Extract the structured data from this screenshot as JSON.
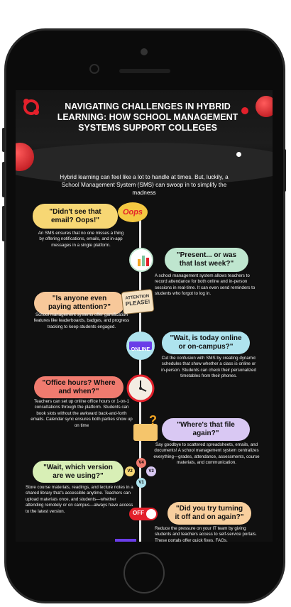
{
  "title": "NAVIGATING CHALLENGES IN HYBRID LEARNING: HOW SCHOOL MANAGEMENT SYSTEMS SUPPORT COLLEGES",
  "intro": "Hybrid learning can feel like a lot to handle at times. But, luckily, a School Management System (SMS) can swoop in to simplify the madness",
  "colors": {
    "yellow": "#f7d774",
    "green": "#bfe6cf",
    "peach": "#f7c89a",
    "blue": "#aee3ee",
    "red": "#f07b6f",
    "purple": "#d9c8f3",
    "lime": "#d8efb6",
    "orange": "#f8cf9e",
    "accent_red": "#e3202b"
  },
  "icons": [
    "logo-icon",
    "oops-icon",
    "chart-icon",
    "attention-please-icon",
    "online-icon",
    "clock-icon",
    "folder-question-icon",
    "version-icon",
    "off-toggle-icon"
  ],
  "sections": [
    {
      "heading": "\"Didn't see that email? Oops!\"",
      "text": "An SMS ensures that no one misses a thing by offering notifications, emails, and in-app messages in a single platform."
    },
    {
      "heading": "\"Present... or was that last week?\"",
      "text": "A school management system allows teachers to record attendance for both online and in-person sessions in real-time. It can even send reminders to students who forgot to log in."
    },
    {
      "heading": "\"Is anyone even paying attention?\"",
      "text": "School management systems offer gamification features like leaderboards, badges, and progress tracking to keep students engaged."
    },
    {
      "heading": "\"Wait, is today online or on-campus?\"",
      "text": "Cut the confusion with SMS by creating dynamic schedules that show whether a class is online or in-person. Students can check their personalized timetables from their phones."
    },
    {
      "heading": "\"Office hours? Where and when?\"",
      "text": "Teachers can set up online office hours or 1-on-1 consultations through the platform. Students can book slots without the awkward back-and-forth emails. Calendar sync ensures both parties show up on time"
    },
    {
      "heading": "\"Where's that file again?\"",
      "text": "Say goodbye to scattered spreadsheets, emails, and documents! A school management system centralizes everything—grades, attendance, assessments, course materials, and communication."
    },
    {
      "heading": "\"Wait, which version are we using?\"",
      "text": "Store course materials, readings, and lecture notes in a shared library that's accessible anytime. Teachers can upload materials once, and students—whether attending remotely or on campus—always have access to the latest version."
    },
    {
      "heading": "\"Did you try turning it off and on again?\"",
      "text": "Reduce the pressure on your IT team by giving students and teachers access to self-service portals. These portals offer quick fixes, FAQs,"
    }
  ],
  "icon_labels": {
    "oops": "Oops",
    "attention_line1": "ATTENTION",
    "attention_line2": "PLEASE!",
    "online": "ONLINE",
    "off": "OFF",
    "v1": "V1",
    "v2": "V2",
    "v3": "V3",
    "v4": "V4"
  }
}
